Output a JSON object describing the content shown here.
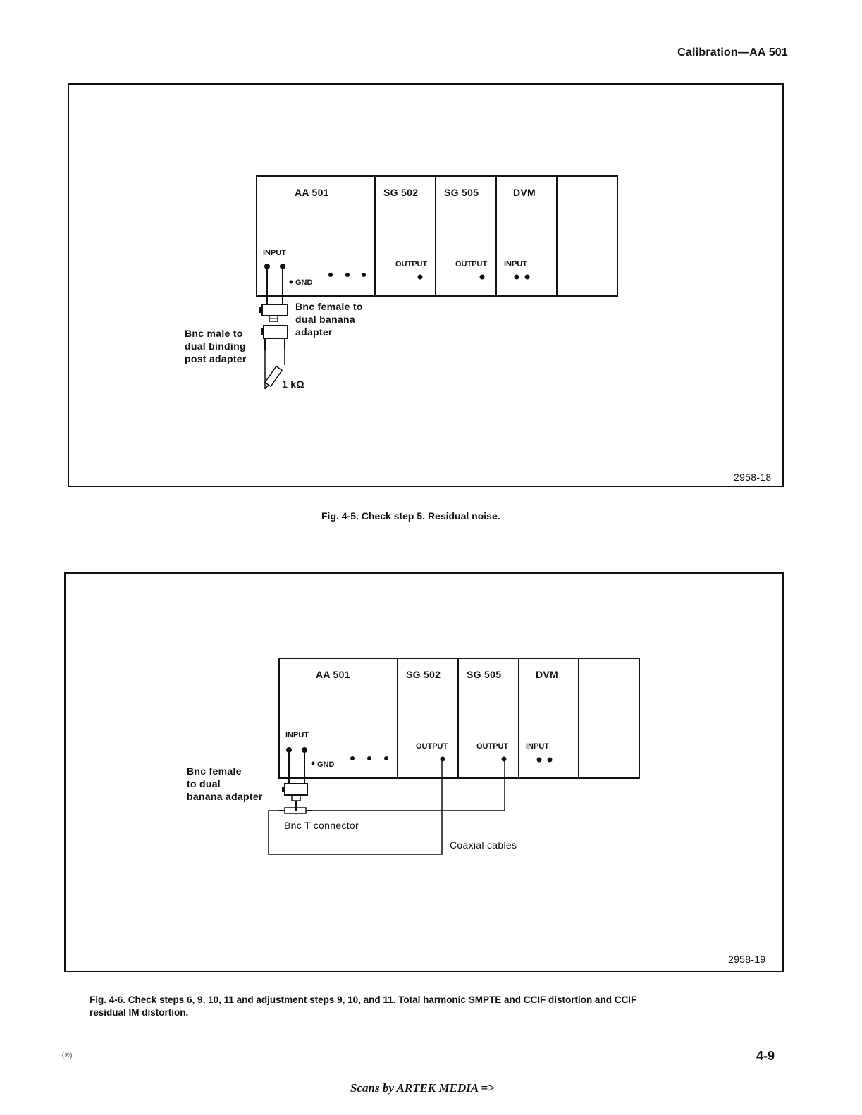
{
  "header": {
    "title": "Calibration—AA 501"
  },
  "figure1": {
    "modules": [
      "AA 501",
      "SG 502",
      "SG 505",
      "DVM"
    ],
    "jacks": {
      "input": "INPUT",
      "gnd": "GND",
      "output": "OUTPUT"
    },
    "labels": {
      "bnc_female": [
        "Bnc female to",
        "dual banana",
        "adapter"
      ],
      "bnc_male": [
        "Bnc male to",
        "dual binding",
        "post adapter"
      ],
      "resistor": "1 kΩ"
    },
    "ref": "2958-18",
    "caption": "Fig. 4-5. Check step 5. Residual noise."
  },
  "figure2": {
    "modules": [
      "AA 501",
      "SG 502",
      "SG 505",
      "DVM"
    ],
    "jacks": {
      "input": "INPUT",
      "gnd": "GND",
      "output": "OUTPUT"
    },
    "labels": {
      "bnc_female": [
        "Bnc female",
        "to dual",
        "banana adapter"
      ],
      "bnc_t": "Bnc T connector",
      "coax": "Coaxial cables"
    },
    "ref": "2958-19",
    "caption_line1": "Fig. 4-6. Check steps 6, 9, 10, 11 and adjustment steps 9, 10, and 11. Total harmonic SMPTE and CCIF distortion and CCIF",
    "caption_line2": "residual IM distortion."
  },
  "page": {
    "number": "4-9",
    "corner_mark": "(®)",
    "footer": "Scans by ARTEK MEDIA =>"
  }
}
